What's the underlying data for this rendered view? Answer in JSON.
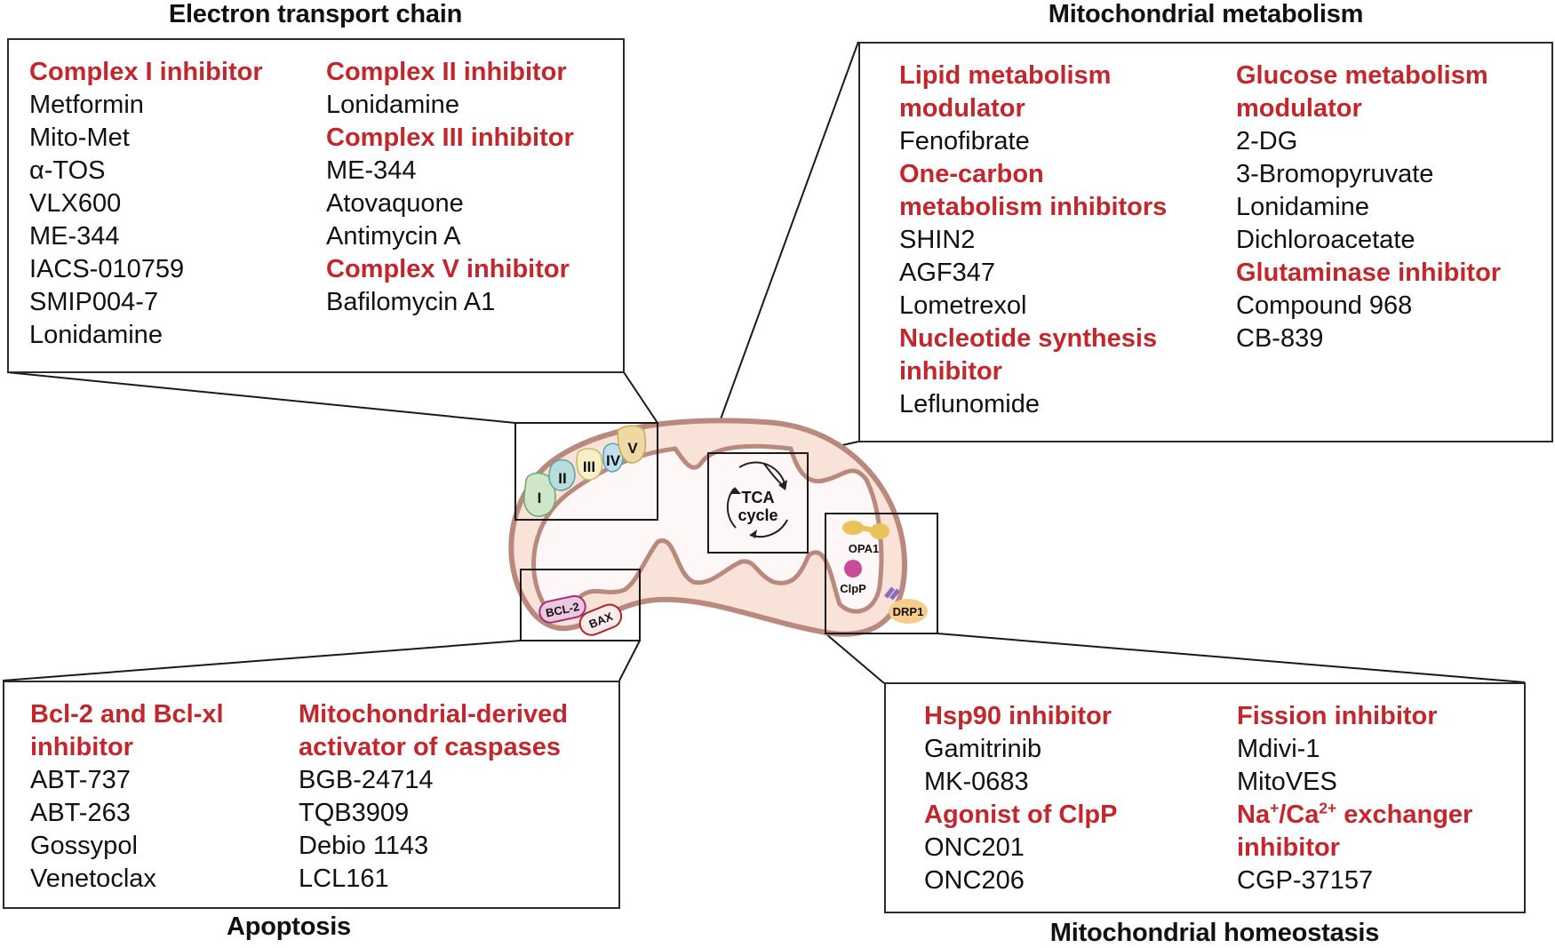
{
  "colors": {
    "category_header": "#c1272d",
    "drug_text": "#111111",
    "membrane_stroke": "#b9897e",
    "intermembrane_fill": "#f9e3d8",
    "matrix_fill": "#fdf8f7"
  },
  "panels": {
    "etc": {
      "title": "Electron transport chain",
      "columns": [
        [
          {
            "type": "header",
            "text": "Complex I inhibitor"
          },
          {
            "type": "drug",
            "text": "Metformin"
          },
          {
            "type": "drug",
            "text": "Mito-Met"
          },
          {
            "type": "drug",
            "text": "α-TOS"
          },
          {
            "type": "drug",
            "text": "VLX600"
          },
          {
            "type": "drug",
            "text": "ME-344"
          },
          {
            "type": "drug",
            "text": "IACS-010759"
          },
          {
            "type": "drug",
            "text": "SMIP004-7"
          },
          {
            "type": "drug",
            "text": "Lonidamine"
          }
        ],
        [
          {
            "type": "header",
            "text": "Complex II inhibitor"
          },
          {
            "type": "drug",
            "text": "Lonidamine"
          },
          {
            "type": "header",
            "text": "Complex III inhibitor"
          },
          {
            "type": "drug",
            "text": "ME-344"
          },
          {
            "type": "drug",
            "text": "Atovaquone"
          },
          {
            "type": "drug",
            "text": "Antimycin A"
          },
          {
            "type": "header",
            "text": "Complex V inhibitor"
          },
          {
            "type": "drug",
            "text": "Bafilomycin A1"
          }
        ]
      ]
    },
    "metabolism": {
      "title": "Mitochondrial metabolism",
      "columns": [
        [
          {
            "type": "header",
            "text": "Lipid metabolism"
          },
          {
            "type": "header",
            "text": "modulator"
          },
          {
            "type": "drug",
            "text": "Fenofibrate"
          },
          {
            "type": "header",
            "text": "One-carbon"
          },
          {
            "type": "header",
            "text": "metabolism inhibitors"
          },
          {
            "type": "drug",
            "text": "SHIN2"
          },
          {
            "type": "drug",
            "text": "AGF347"
          },
          {
            "type": "drug",
            "text": "Lometrexol"
          },
          {
            "type": "header",
            "text": "Nucleotide synthesis"
          },
          {
            "type": "header",
            "text": "inhibitor"
          },
          {
            "type": "drug",
            "text": "Leflunomide"
          }
        ],
        [
          {
            "type": "header",
            "text": "Glucose metabolism"
          },
          {
            "type": "header",
            "text": "modulator"
          },
          {
            "type": "drug",
            "text": "2-DG"
          },
          {
            "type": "drug",
            "text": "3-Bromopyruvate"
          },
          {
            "type": "drug",
            "text": "Lonidamine"
          },
          {
            "type": "drug",
            "text": "Dichloroacetate"
          },
          {
            "type": "header",
            "text": "Glutaminase inhibitor"
          },
          {
            "type": "drug",
            "text": "Compound 968"
          },
          {
            "type": "drug",
            "text": "CB-839"
          }
        ]
      ]
    },
    "apoptosis": {
      "title": "Apoptosis",
      "columns": [
        [
          {
            "type": "header",
            "text": "Bcl-2 and Bcl-xl"
          },
          {
            "type": "header",
            "text": "inhibitor"
          },
          {
            "type": "drug",
            "text": "ABT-737"
          },
          {
            "type": "drug",
            "text": "ABT-263"
          },
          {
            "type": "drug",
            "text": "Gossypol"
          },
          {
            "type": "drug",
            "text": "Venetoclax"
          }
        ],
        [
          {
            "type": "header",
            "text": "Mitochondrial-derived"
          },
          {
            "type": "header",
            "text": "activator of caspases"
          },
          {
            "type": "drug",
            "text": "BGB-24714"
          },
          {
            "type": "drug",
            "text": "TQB3909"
          },
          {
            "type": "drug",
            "text": "Debio 1143"
          },
          {
            "type": "drug",
            "text": "LCL161"
          }
        ]
      ]
    },
    "homeostasis": {
      "title": "Mitochondrial homeostasis",
      "columns": [
        [
          {
            "type": "header",
            "text": "Hsp90 inhibitor"
          },
          {
            "type": "drug",
            "text": "Gamitrinib"
          },
          {
            "type": "drug",
            "text": "MK-0683"
          },
          {
            "type": "header",
            "text": "Agonist of ClpP"
          },
          {
            "type": "drug",
            "text": "ONC201"
          },
          {
            "type": "drug",
            "text": "ONC206"
          }
        ],
        [
          {
            "type": "header",
            "text": "Fission inhibitor"
          },
          {
            "type": "drug",
            "text": "Mdivi-1"
          },
          {
            "type": "drug",
            "text": "MitoVES"
          },
          {
            "type": "header",
            "text": "Na+/Ca2+ exchanger",
            "html": "Na<sup>+</sup>/Ca<sup>2+</sup> exchanger"
          },
          {
            "type": "header",
            "text": "inhibitor"
          },
          {
            "type": "drug",
            "text": "CGP-37157"
          }
        ]
      ]
    }
  },
  "diagram": {
    "complexes": [
      "I",
      "II",
      "III",
      "IV",
      "V"
    ],
    "tca_label_line1": "TCA",
    "tca_label_line2": "cycle",
    "apoptosis_proteins": [
      "BCL-2",
      "BAX"
    ],
    "homeostasis_proteins": [
      "OPA1",
      "ClpP",
      "DRP1"
    ]
  }
}
